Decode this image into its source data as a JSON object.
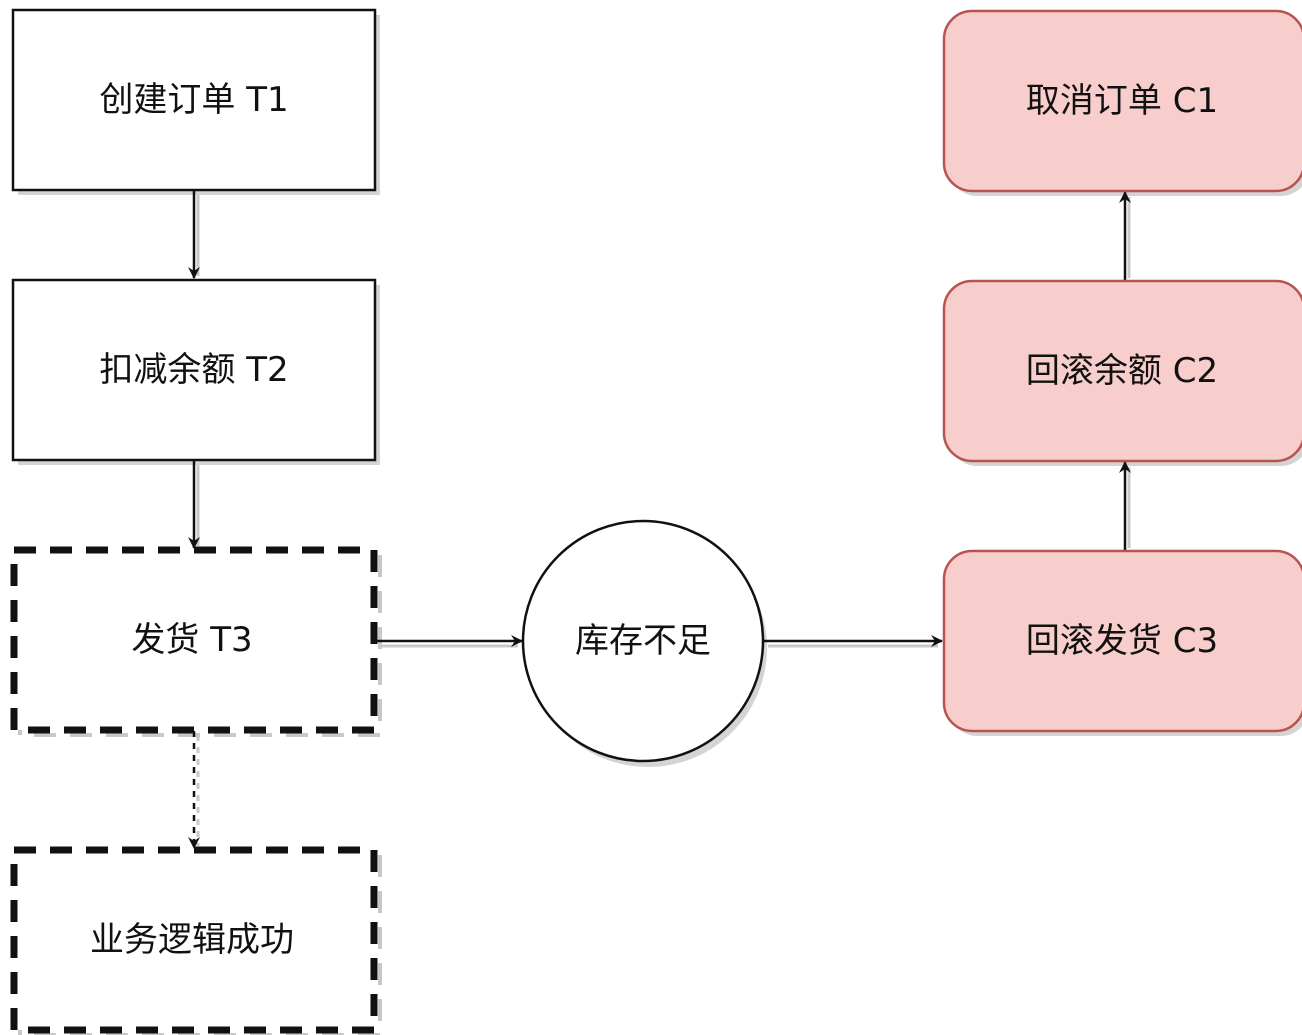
{
  "nodes": {
    "t1": {
      "label": "创建订单 T1"
    },
    "t2": {
      "label": "扣减余额 T2"
    },
    "t3": {
      "label": "发货 T3"
    },
    "success": {
      "label": "业务逻辑成功"
    },
    "stock": {
      "label": "库存不足"
    },
    "c3": {
      "label": "回滚发货 C3"
    },
    "c2": {
      "label": "回滚余额 C2"
    },
    "c1": {
      "label": "取消订单 C1"
    }
  },
  "colors": {
    "stroke": "#111111",
    "compensation_fill": "#f8cecc",
    "compensation_stroke": "#b85450",
    "shadow": "#c8c8c8"
  }
}
